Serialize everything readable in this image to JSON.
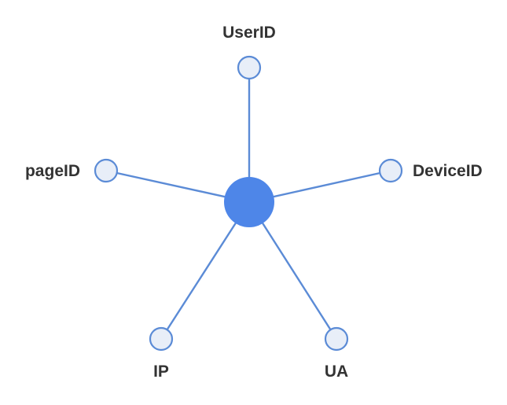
{
  "diagram": {
    "type": "star-graph",
    "colors": {
      "edge": "#5b8bd6",
      "hub_fill": "#4e86e8",
      "leaf_fill": "#e8eef8",
      "leaf_stroke": "#5b8bd6",
      "label": "#333333"
    },
    "hub": {
      "label": ""
    },
    "leaves": [
      {
        "id": "userid",
        "label": "UserID"
      },
      {
        "id": "deviceid",
        "label": "DeviceID"
      },
      {
        "id": "ua",
        "label": "UA"
      },
      {
        "id": "ip",
        "label": "IP"
      },
      {
        "id": "pageid",
        "label": "pageID"
      }
    ]
  }
}
